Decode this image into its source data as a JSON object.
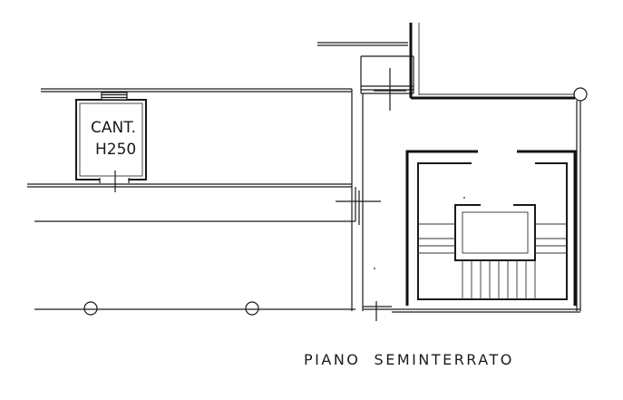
{
  "room": {
    "name": "CANT.",
    "height_label": "H250"
  },
  "plan": {
    "title": "PIANO  SEMINTERRATO"
  },
  "colors": {
    "ink": "#1a1a1a",
    "paper": "#ffffff"
  }
}
